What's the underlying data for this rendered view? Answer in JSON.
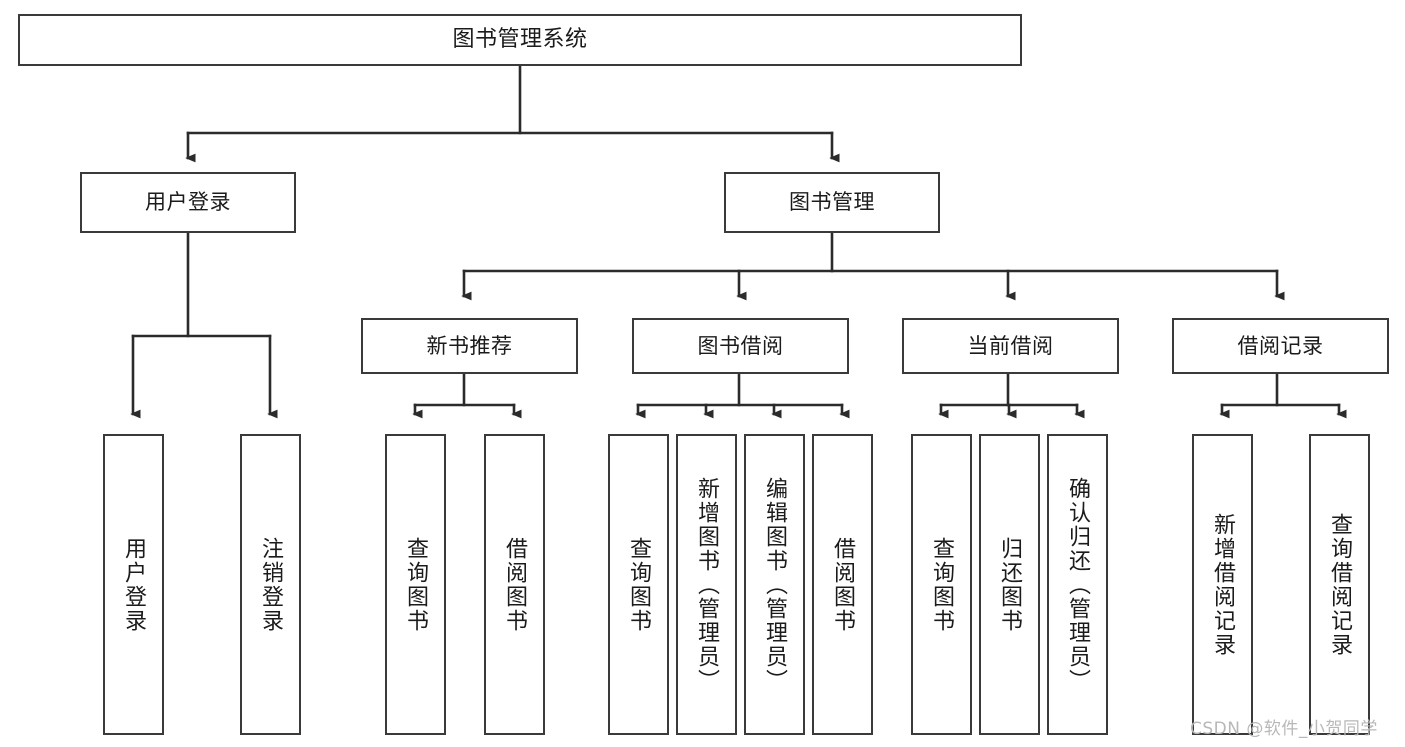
{
  "diagram": {
    "title": "图书管理系统",
    "type": "tree",
    "watermark": "CSDN @软件_小贺同学",
    "colors": {
      "box_border": "#3a3a3a",
      "box_fill": "#ffffff",
      "edge": "#2b2b2b",
      "text": "#1b1b1b",
      "watermark": "#b8b8b8",
      "background": "#ffffff"
    },
    "levels": [
      {
        "level": 0,
        "nodes": [
          {
            "id": "root",
            "label": "图书管理系统",
            "orientation": "horizontal"
          }
        ]
      },
      {
        "level": 1,
        "nodes": [
          {
            "id": "user-login",
            "label": "用户登录",
            "orientation": "horizontal",
            "parent": "root"
          },
          {
            "id": "book-manage",
            "label": "图书管理",
            "orientation": "horizontal",
            "parent": "root"
          }
        ]
      },
      {
        "level": 2,
        "nodes": [
          {
            "id": "new-book-rec",
            "label": "新书推荐",
            "orientation": "horizontal",
            "parent": "book-manage"
          },
          {
            "id": "book-borrow",
            "label": "图书借阅",
            "orientation": "horizontal",
            "parent": "book-manage"
          },
          {
            "id": "current-borrow",
            "label": "当前借阅",
            "orientation": "horizontal",
            "parent": "book-manage"
          },
          {
            "id": "borrow-record",
            "label": "借阅记录",
            "orientation": "horizontal",
            "parent": "book-manage"
          }
        ]
      },
      {
        "level": 3,
        "nodes": [
          {
            "id": "leaf-user-login",
            "label": "用户登录",
            "orientation": "vertical",
            "parent": "user-login"
          },
          {
            "id": "leaf-logout",
            "label": "注销登录",
            "orientation": "vertical",
            "parent": "user-login"
          },
          {
            "id": "leaf-query-book-1",
            "label": "查询图书",
            "orientation": "vertical",
            "parent": "new-book-rec"
          },
          {
            "id": "leaf-borrow-book-1",
            "label": "借阅图书",
            "orientation": "vertical",
            "parent": "new-book-rec"
          },
          {
            "id": "leaf-query-book-2",
            "label": "查询图书",
            "orientation": "vertical",
            "parent": "book-borrow"
          },
          {
            "id": "leaf-add-book",
            "label": "新增图书（管理员）",
            "orientation": "vertical",
            "parent": "book-borrow"
          },
          {
            "id": "leaf-edit-book",
            "label": "编辑图书（管理员）",
            "orientation": "vertical",
            "parent": "book-borrow"
          },
          {
            "id": "leaf-borrow-book-2",
            "label": "借阅图书",
            "orientation": "vertical",
            "parent": "book-borrow"
          },
          {
            "id": "leaf-query-book-3",
            "label": "查询图书",
            "orientation": "vertical",
            "parent": "current-borrow"
          },
          {
            "id": "leaf-return-book",
            "label": "归还图书",
            "orientation": "vertical",
            "parent": "current-borrow"
          },
          {
            "id": "leaf-confirm-return",
            "label": "确认归还（管理员）",
            "orientation": "vertical",
            "parent": "current-borrow"
          },
          {
            "id": "leaf-add-record",
            "label": "新增借阅记录",
            "orientation": "vertical",
            "parent": "borrow-record"
          },
          {
            "id": "leaf-query-record",
            "label": "查询借阅记录",
            "orientation": "vertical",
            "parent": "borrow-record"
          }
        ]
      }
    ]
  }
}
